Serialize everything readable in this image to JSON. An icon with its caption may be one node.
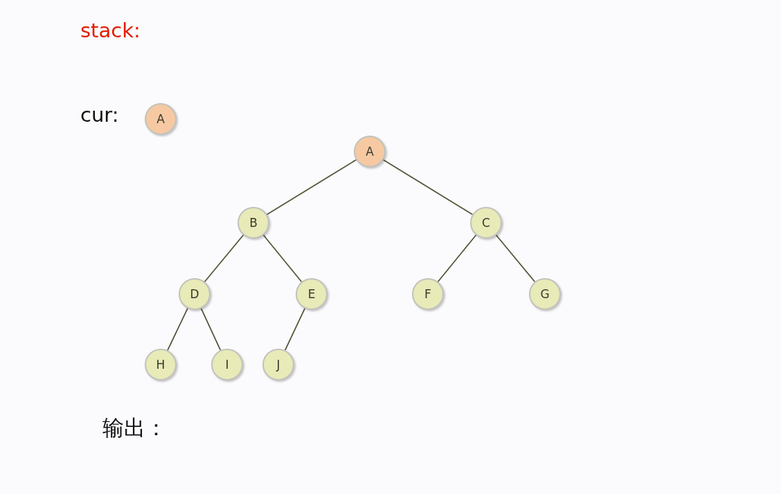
{
  "diagram": {
    "nodes": [
      {
        "text": [
          "A"
        ]
      },
      {
        "text": [
          "A"
        ]
      },
      {
        "text": [
          "B"
        ]
      },
      {
        "text": [
          "C"
        ]
      },
      {
        "text": [
          "D"
        ]
      },
      {
        "text": [
          "E"
        ]
      },
      {
        "text": [
          "F"
        ]
      },
      {
        "text": [
          "G"
        ]
      },
      {
        "text": [
          "H"
        ]
      },
      {
        "text": [
          "I"
        ]
      },
      {
        "text": [
          "J"
        ]
      }
    ],
    "edges": [
      {
        "from": 1,
        "to": 2,
        "arrow": "none"
      },
      {
        "from": 1,
        "to": 3,
        "arrow": "none"
      },
      {
        "from": 2,
        "to": 4,
        "arrow": "none"
      },
      {
        "from": 2,
        "to": 5,
        "arrow": "none"
      },
      {
        "from": 3,
        "to": 6,
        "arrow": "none"
      },
      {
        "from": 3,
        "to": 7,
        "arrow": "none"
      },
      {
        "from": 4,
        "to": 8,
        "arrow": "none"
      },
      {
        "from": 4,
        "to": 9,
        "arrow": "none"
      },
      {
        "from": 5,
        "to": 10,
        "arrow": "none"
      }
    ],
    "labels": [
      "stack:",
      "cur:",
      "输出："
    ]
  }
}
